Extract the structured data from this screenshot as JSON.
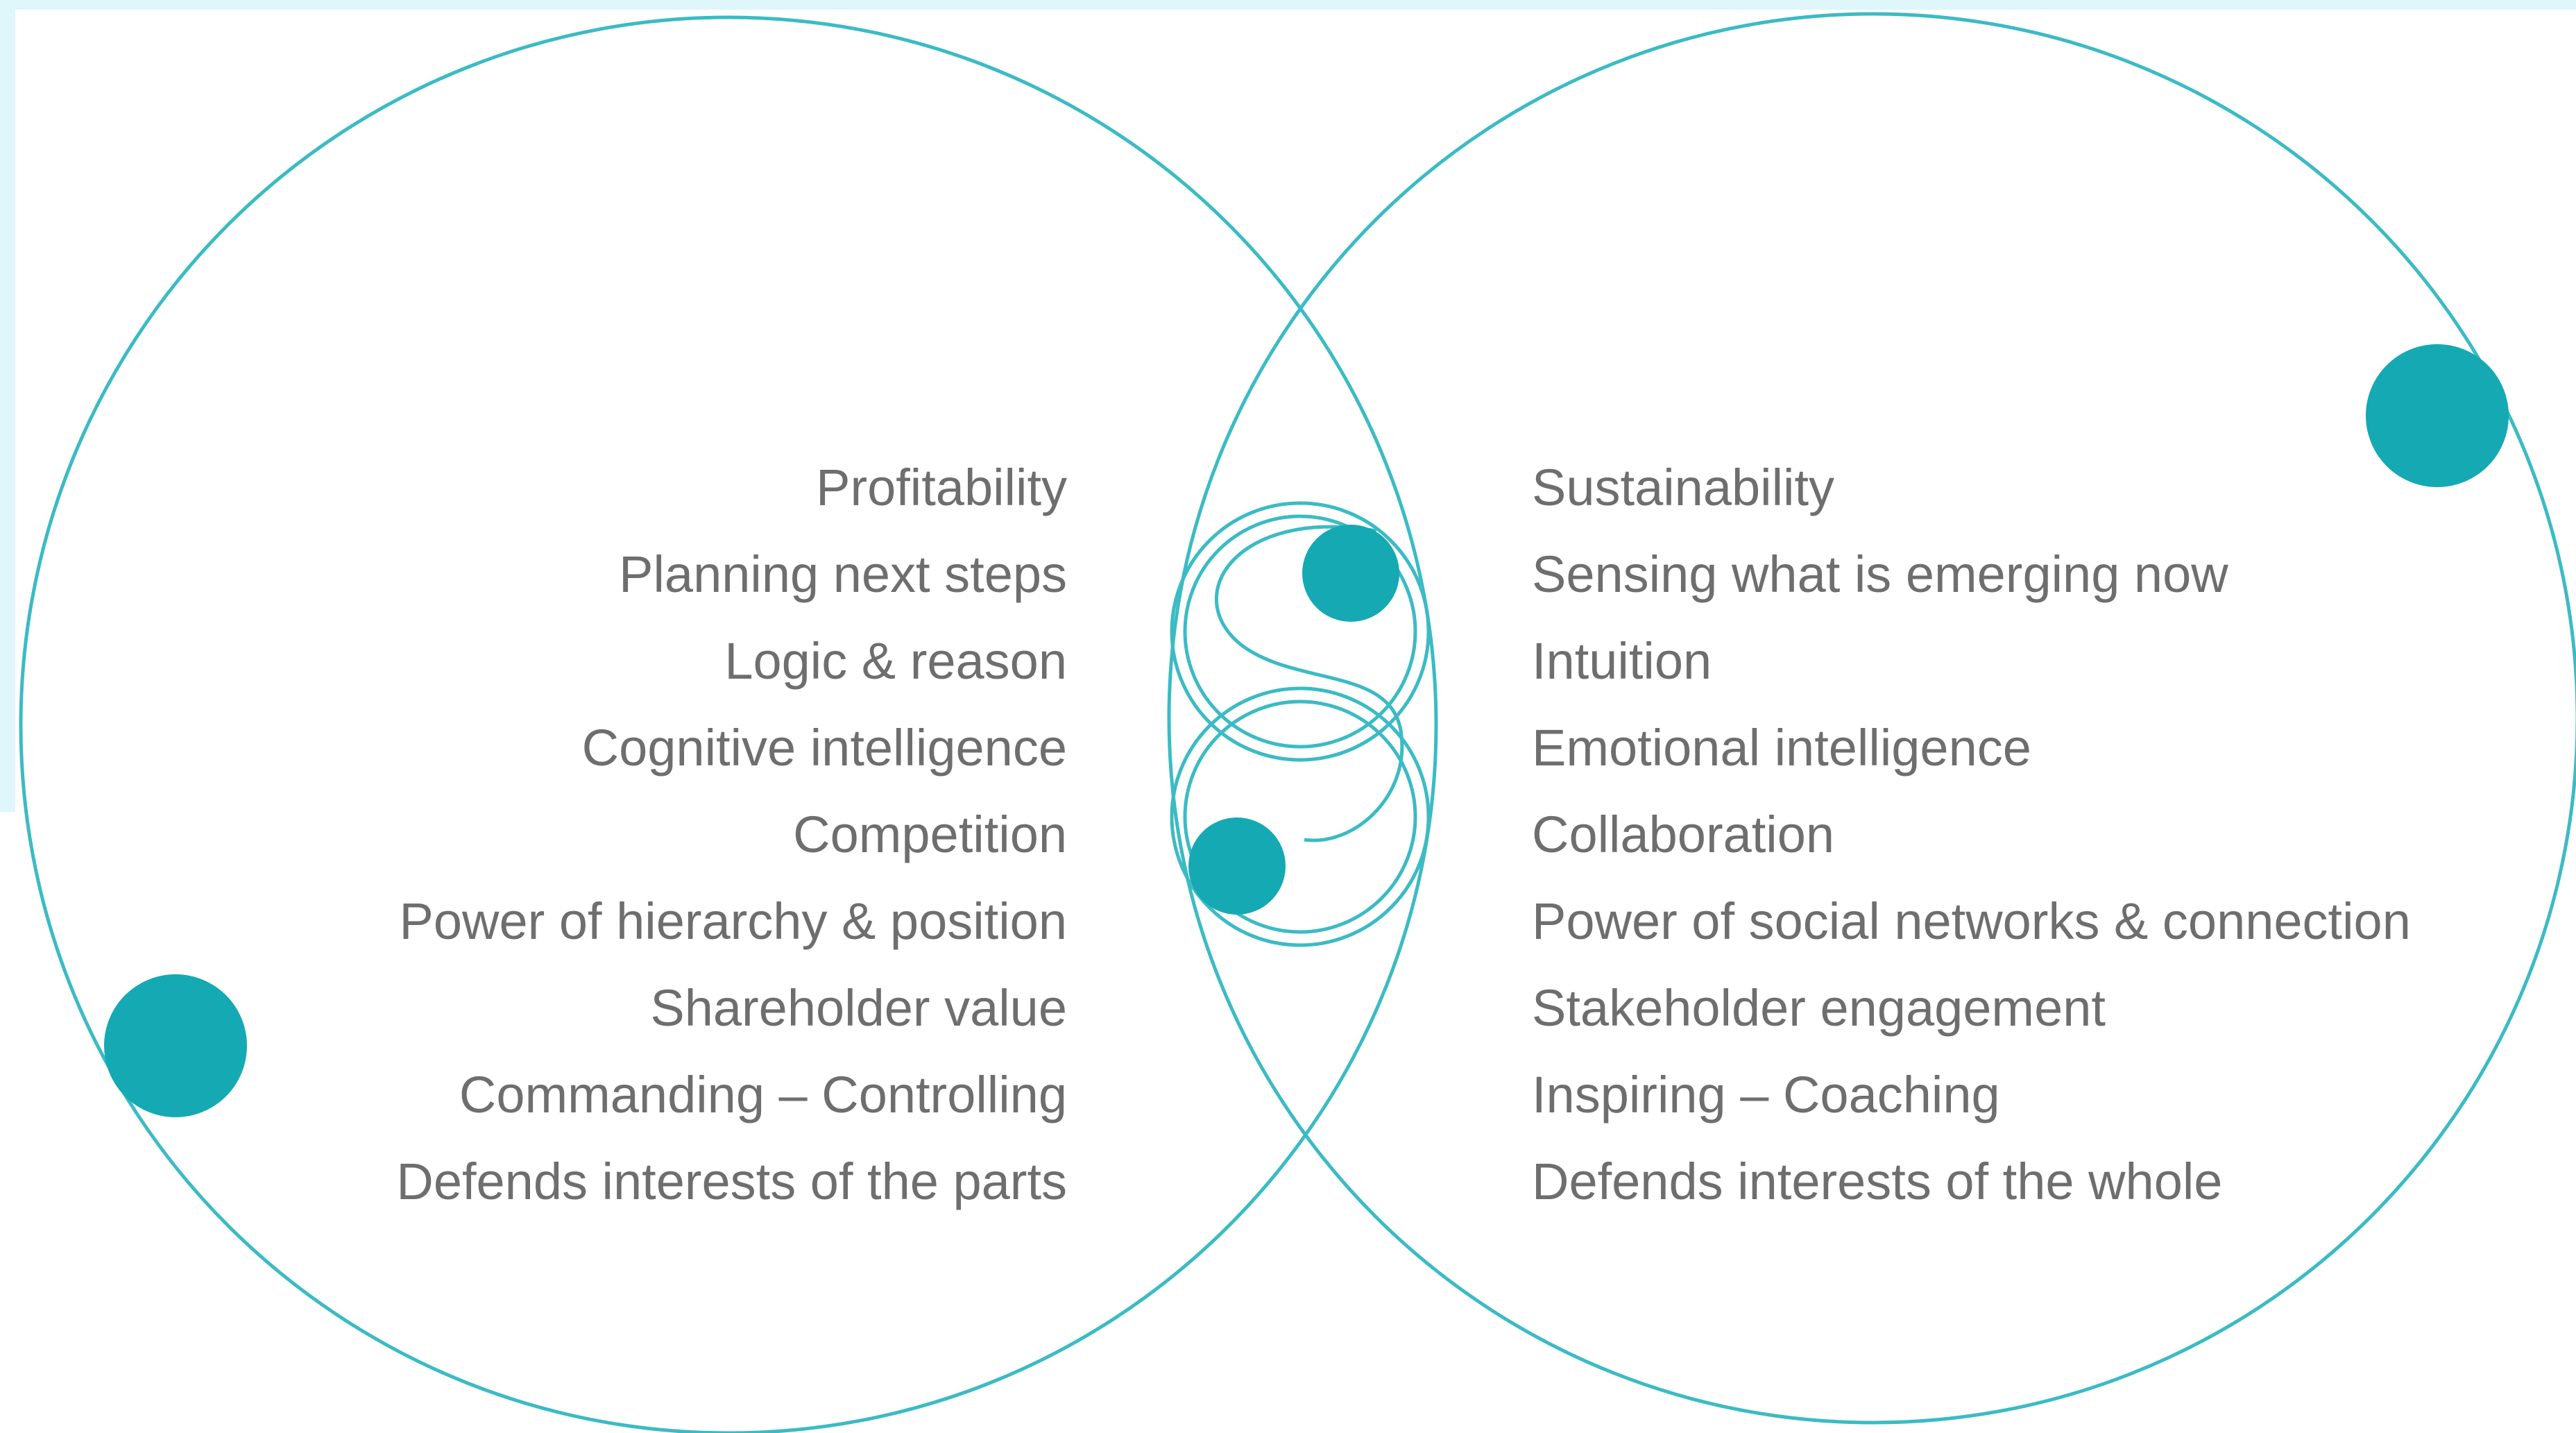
{
  "colors": {
    "accent": "#15a9b3",
    "line": "#3bbbc4",
    "text": "#6e6e6e",
    "frame": "#dff6fb"
  },
  "left": {
    "items": [
      "Profitability",
      "Planning next steps",
      "Logic & reason",
      "Cognitive intelligence",
      "Competition",
      "Power of hierarchy & position",
      "Shareholder value",
      "Commanding – Controlling",
      "Defends interests of the parts"
    ]
  },
  "right": {
    "items": [
      "Sustainability",
      "Sensing what is emerging now",
      "Intuition",
      "Emotional intelligence",
      "Collaboration",
      "Power of social networks & connection",
      "Stakeholder engagement",
      "Inspiring – Coaching",
      "Defends interests of the whole"
    ]
  }
}
